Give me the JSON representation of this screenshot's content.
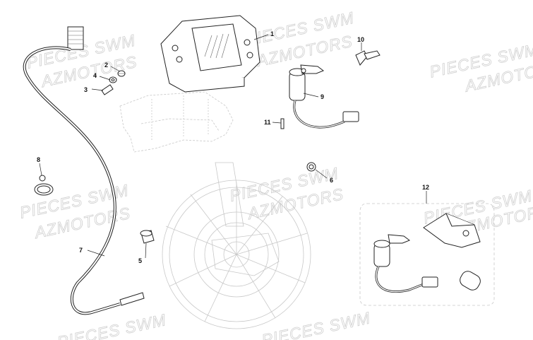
{
  "watermarks": [
    {
      "line1": "PIECES SWM",
      "line2": "AZMOTORS"
    }
  ],
  "callouts": [
    {
      "id": "c1",
      "label": "1"
    },
    {
      "id": "c2",
      "label": "2"
    },
    {
      "id": "c3",
      "label": "3"
    },
    {
      "id": "c4",
      "label": "4"
    },
    {
      "id": "c5",
      "label": "5"
    },
    {
      "id": "c6",
      "label": "6"
    },
    {
      "id": "c7",
      "label": "7"
    },
    {
      "id": "c8",
      "label": "8"
    },
    {
      "id": "c9",
      "label": "9"
    },
    {
      "id": "c10",
      "label": "10"
    },
    {
      "id": "c11",
      "label": "11"
    },
    {
      "id": "c12",
      "label": "12"
    }
  ],
  "colors": {
    "line": "#222222",
    "watermark": "#cfcfcf",
    "background": "#ffffff"
  }
}
